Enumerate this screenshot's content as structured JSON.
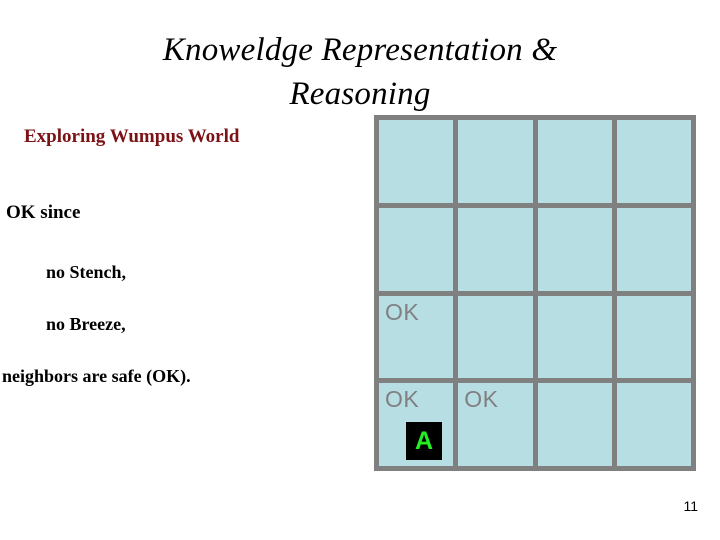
{
  "slide": {
    "title_lines": [
      "Knoweldge Representation &",
      "Reasoning"
    ],
    "page_number": "11",
    "accent_color": "#7B1215",
    "cell_color": "#b7dee3",
    "gridline_color": "#808080",
    "agent_color": "#22ee22"
  },
  "body": {
    "heading": "Exploring Wumpus World",
    "lead": "OK since",
    "bullet_1": "no Stench,",
    "bullet_2": "no Breeze,",
    "conclusion": "neighbors are safe (OK)."
  },
  "grid": {
    "rows": 4,
    "cols": 4,
    "cells": [
      [
        {
          "ok": "",
          "agent": ""
        },
        {
          "ok": "",
          "agent": ""
        },
        {
          "ok": "",
          "agent": ""
        },
        {
          "ok": "",
          "agent": ""
        }
      ],
      [
        {
          "ok": "",
          "agent": ""
        },
        {
          "ok": "",
          "agent": ""
        },
        {
          "ok": "",
          "agent": ""
        },
        {
          "ok": "",
          "agent": ""
        }
      ],
      [
        {
          "ok": "OK",
          "agent": ""
        },
        {
          "ok": "",
          "agent": ""
        },
        {
          "ok": "",
          "agent": ""
        },
        {
          "ok": "",
          "agent": ""
        }
      ],
      [
        {
          "ok": "OK",
          "agent": "A"
        },
        {
          "ok": "OK",
          "agent": ""
        },
        {
          "ok": "",
          "agent": ""
        },
        {
          "ok": "",
          "agent": ""
        }
      ]
    ]
  }
}
